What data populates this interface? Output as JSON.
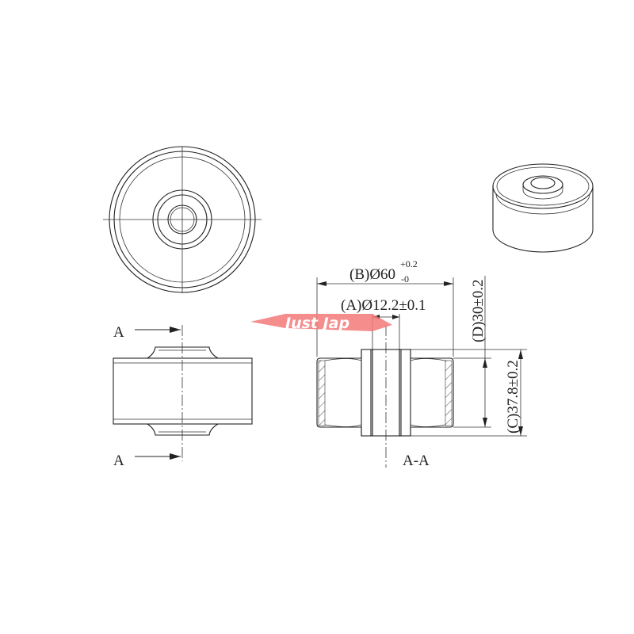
{
  "section_markers": {
    "top": "A",
    "bottom": "A"
  },
  "section_title": "A-A",
  "dimensions": {
    "B": {
      "label": "(B)Ø60",
      "sub": "-0",
      "sup": "+0.2"
    },
    "A": {
      "label": "(A)Ø12.2±0.1"
    },
    "D": {
      "label": "(D)30±0.2"
    },
    "C": {
      "label": "(C)37.8±0.2"
    }
  },
  "watermark": {
    "text": "Just Jap",
    "color": "#f47a7a"
  },
  "colors": {
    "line": "#222222",
    "background": "#ffffff"
  }
}
